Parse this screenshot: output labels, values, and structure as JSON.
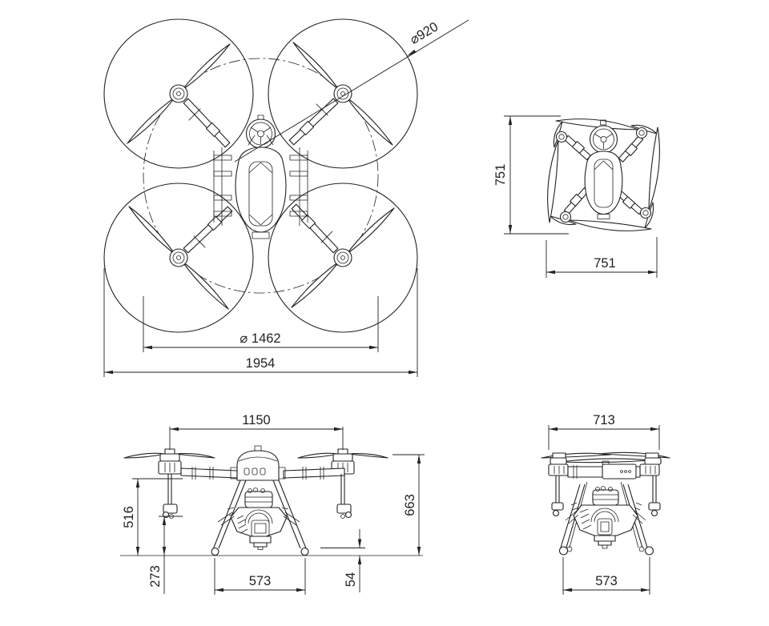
{
  "page": {
    "background": "#ffffff",
    "ink": "#222222"
  },
  "views": {
    "top_unfolded": {
      "dims": {
        "prop_diameter": "⌀920",
        "pitch_circle_diameter": "⌀ 1462",
        "overall_span": "1954"
      }
    },
    "top_folded": {
      "dims": {
        "folded_height": "751",
        "folded_width": "751"
      }
    },
    "front": {
      "dims": {
        "motor_span": "1150",
        "arm_height": "516",
        "nozzle_height": "273",
        "track_width": "573",
        "outlet_clearance": "54",
        "overall_height": "663"
      }
    },
    "side": {
      "dims": {
        "frame_width": "713",
        "track_width": "573"
      }
    }
  }
}
